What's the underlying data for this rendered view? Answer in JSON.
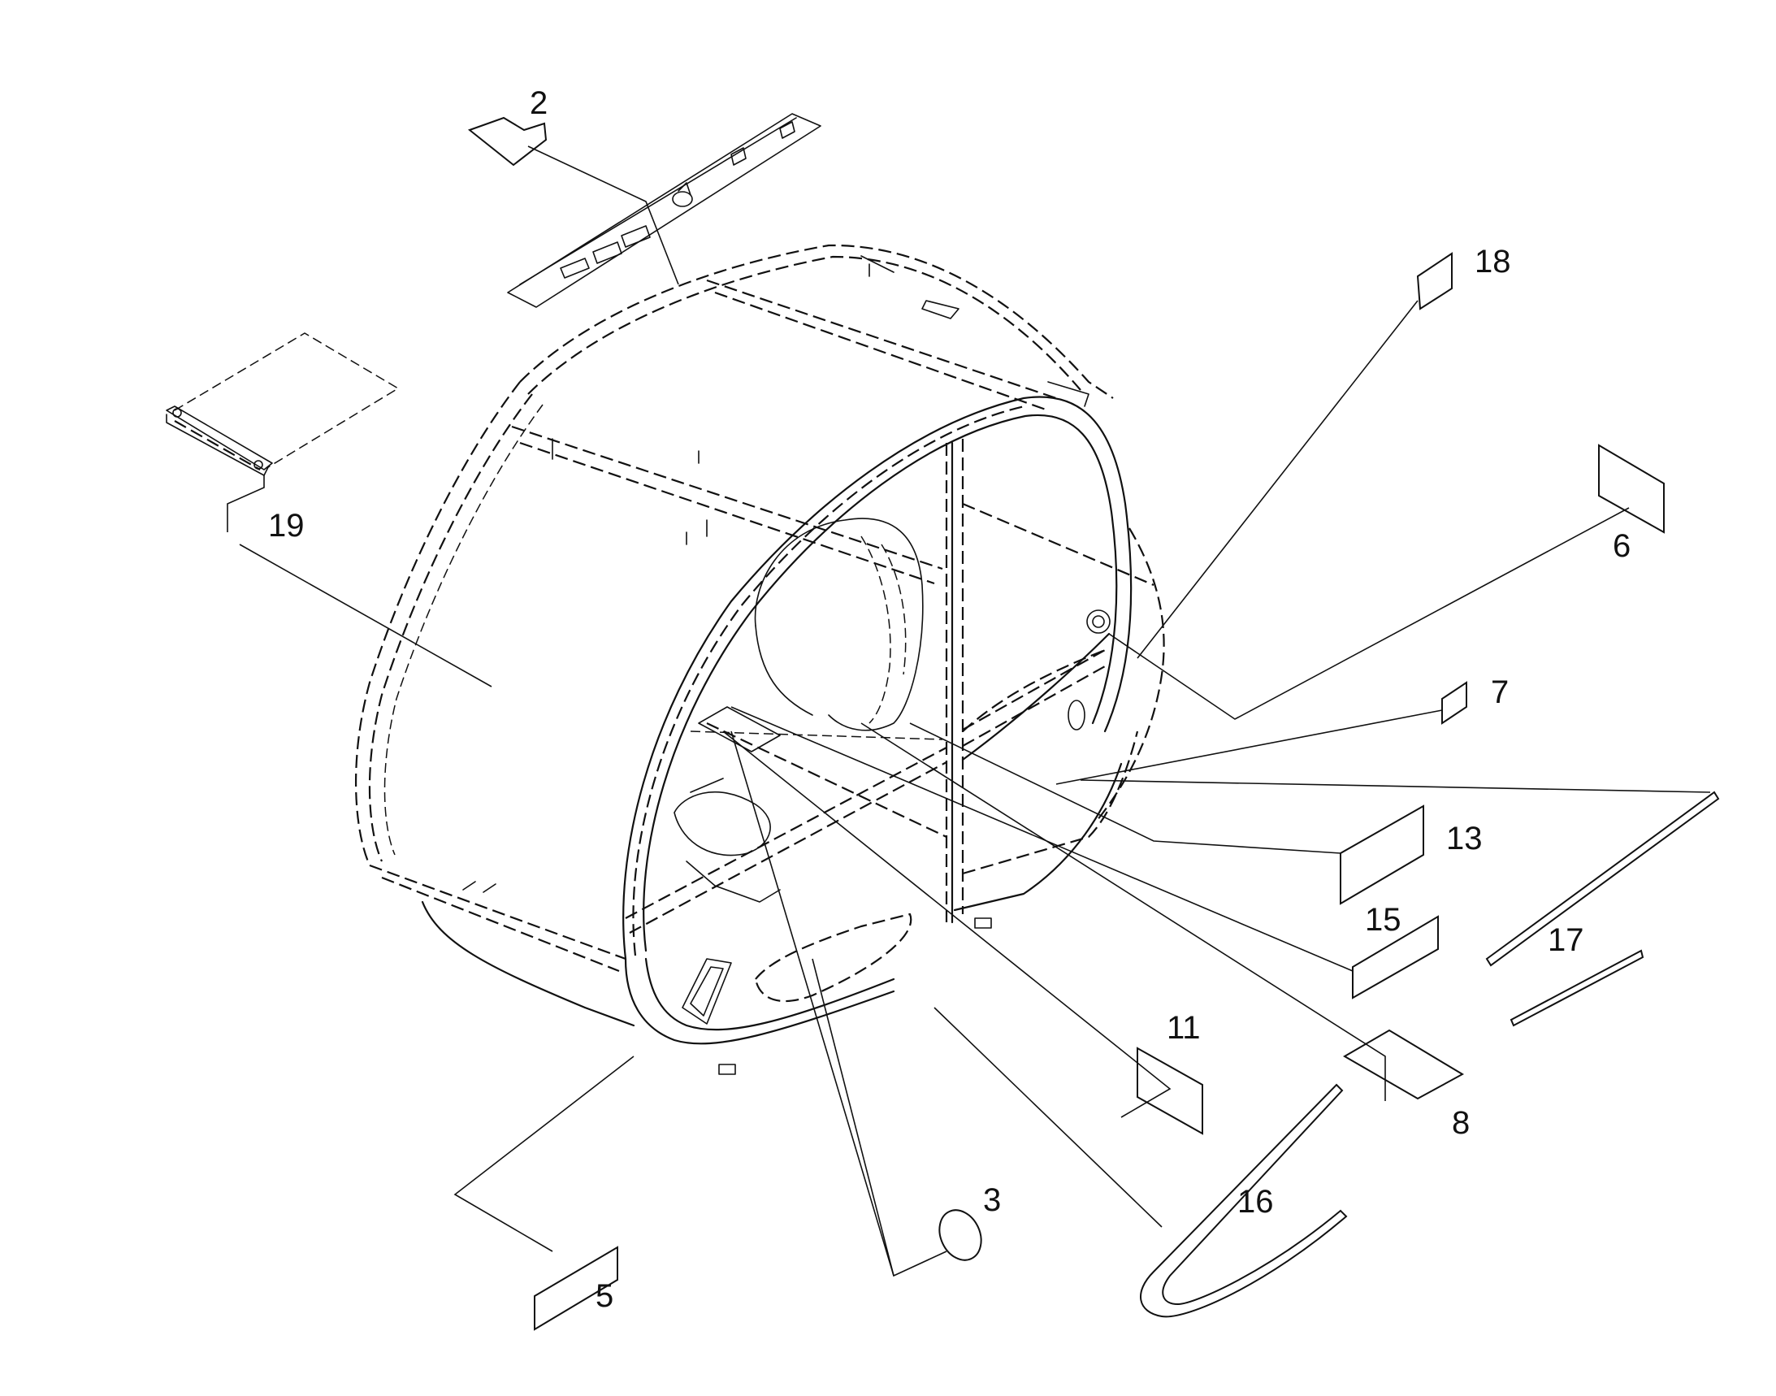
{
  "labels": {
    "l2": "2",
    "l3": "3",
    "l5": "5",
    "l6": "6",
    "l7": "7",
    "l8": "8",
    "l11": "11",
    "l13": "13",
    "l15": "15",
    "l16": "16",
    "l17": "17",
    "l18": "18",
    "l19": "19"
  },
  "colors": {
    "line": "#111111",
    "background": "#ffffff"
  }
}
